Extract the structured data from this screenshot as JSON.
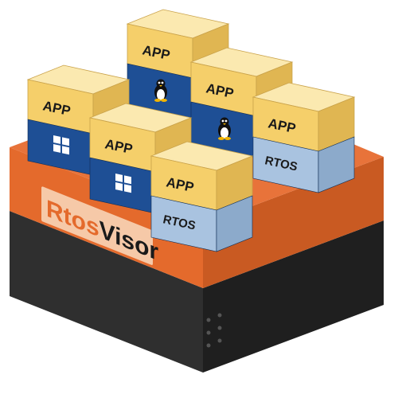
{
  "logo": {
    "part1": "Rtos",
    "part2": "Visor"
  },
  "colors": {
    "orange_top": "#e8733a",
    "orange_front": "#e46a2c",
    "orange_right": "#c95a22",
    "dark_front": "#2f2f2f",
    "dark_right": "#1f1f1f",
    "app_yellow_front": "#f5cf6a",
    "app_yellow_top": "#fbe9b0",
    "app_yellow_right": "#e0b652",
    "os_blue_front": "#1e4f95",
    "os_blue_right": "#163d75",
    "rtos_blue_front": "#a9c3e0",
    "rtos_blue_right": "#8caacb",
    "logo_box": "#f6c9a8",
    "logo_rtos_color": "#e46a2c",
    "logo_visor_color": "#1a1a1a"
  },
  "stacks": [
    {
      "name": "linux-app-back",
      "app_label": "APP",
      "os_type": "linux",
      "os_label": ""
    },
    {
      "name": "windows-app-left",
      "app_label": "APP",
      "os_type": "windows",
      "os_label": ""
    },
    {
      "name": "linux-app-mid",
      "app_label": "APP",
      "os_type": "linux",
      "os_label": ""
    },
    {
      "name": "rtos-app-right",
      "app_label": "APP",
      "os_type": "rtos",
      "os_label": "RTOS"
    },
    {
      "name": "windows-app-front",
      "app_label": "APP",
      "os_type": "windows",
      "os_label": ""
    },
    {
      "name": "rtos-app-front",
      "app_label": "APP",
      "os_type": "rtos",
      "os_label": "RTOS"
    }
  ]
}
